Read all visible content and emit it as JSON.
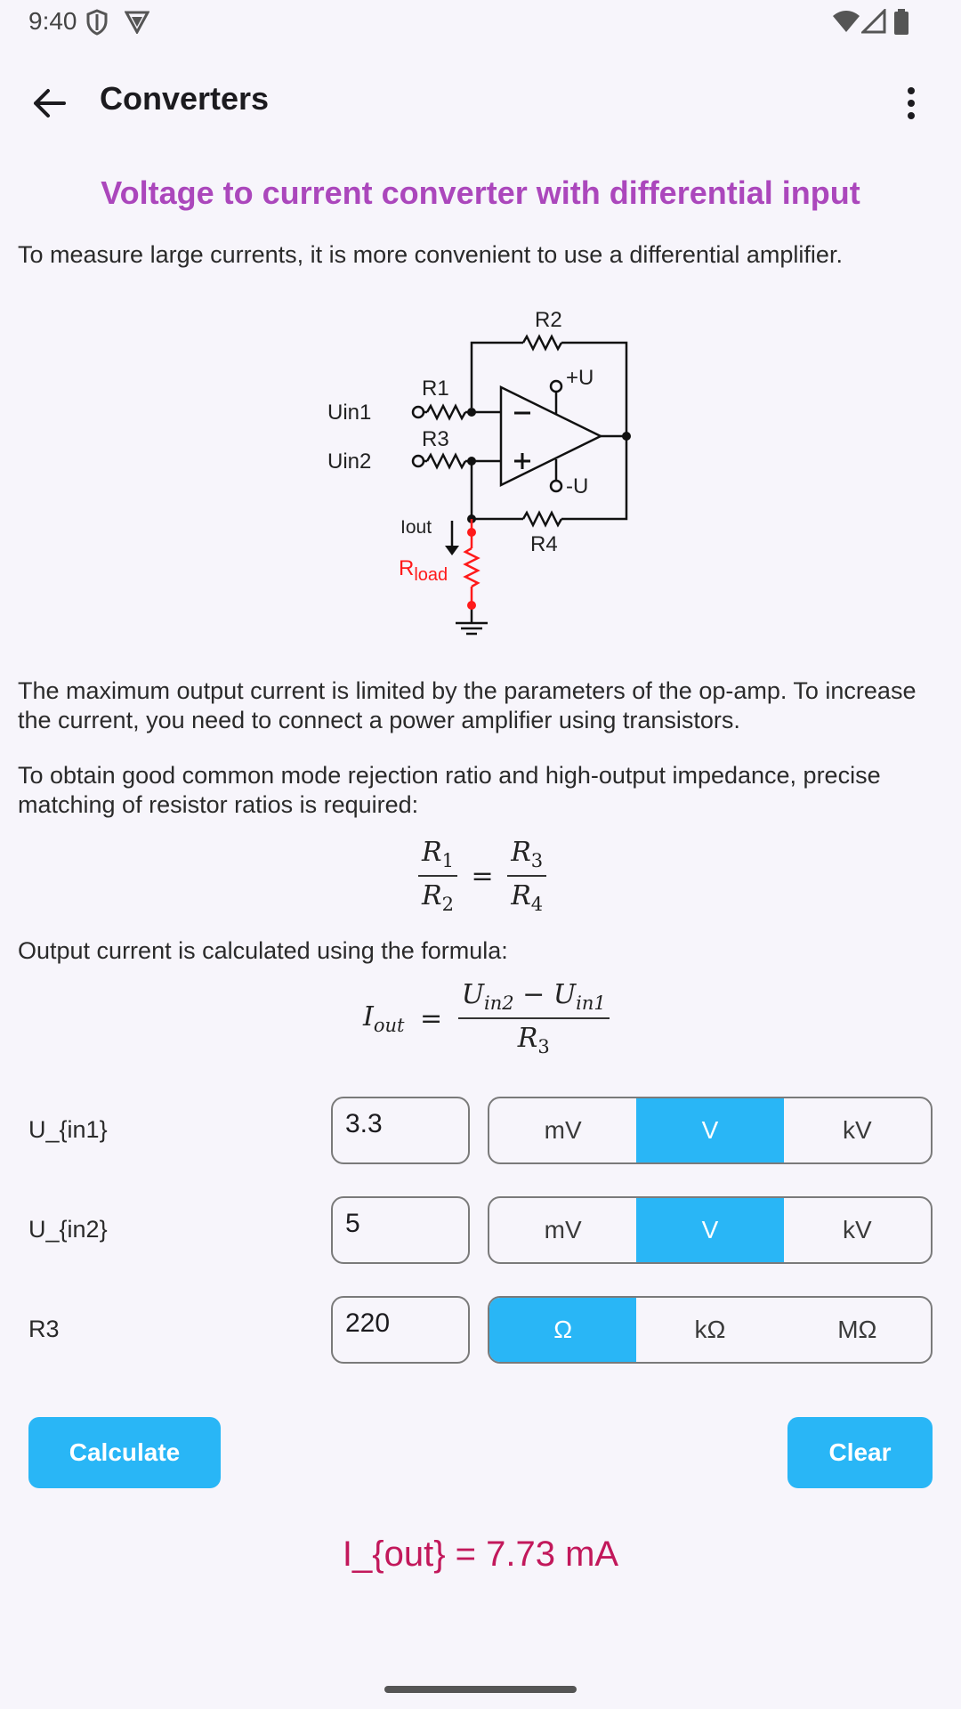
{
  "status_bar": {
    "time": "9:40"
  },
  "app_bar": {
    "title": "Converters"
  },
  "content": {
    "heading": "Voltage to current converter with differential input",
    "intro": "To measure large currents, it is more convenient to use a differential amplifier.",
    "circuit_labels": {
      "r1": "R1",
      "r2": "R2",
      "r3": "R3",
      "r4": "R4",
      "uin1": "Uin1",
      "uin2": "Uin2",
      "plus_u": "+U",
      "minus_u": "-U",
      "iout": "Iout",
      "rload_main": "R",
      "rload_sub": "load"
    },
    "para_max_current": "The maximum output current is limited by the parameters of the op-amp. To increase the current, you need to connect a power amplifier using transistors.",
    "para_cmrr": "To obtain good common mode rejection ratio and high-output impedance, precise matching of resistor ratios is required:",
    "para_formula": "Output current is calculated using the formula:"
  },
  "inputs": [
    {
      "label": "U_{in1}",
      "value": "3.3",
      "units": [
        "mV",
        "V",
        "kV"
      ],
      "selected": "V"
    },
    {
      "label": "U_{in2}",
      "value": "5",
      "units": [
        "mV",
        "V",
        "kV"
      ],
      "selected": "V"
    },
    {
      "label": "R3",
      "value": "220",
      "units": [
        "Ω",
        "kΩ",
        "MΩ"
      ],
      "selected": "Ω"
    }
  ],
  "buttons": {
    "calculate": "Calculate",
    "clear": "Clear"
  },
  "result": "I_{out} = 7.73 mA",
  "colors": {
    "accent": "#29b6f6",
    "heading": "#ab47bc",
    "result": "#c2185b",
    "rload": "#ff1a1a"
  }
}
